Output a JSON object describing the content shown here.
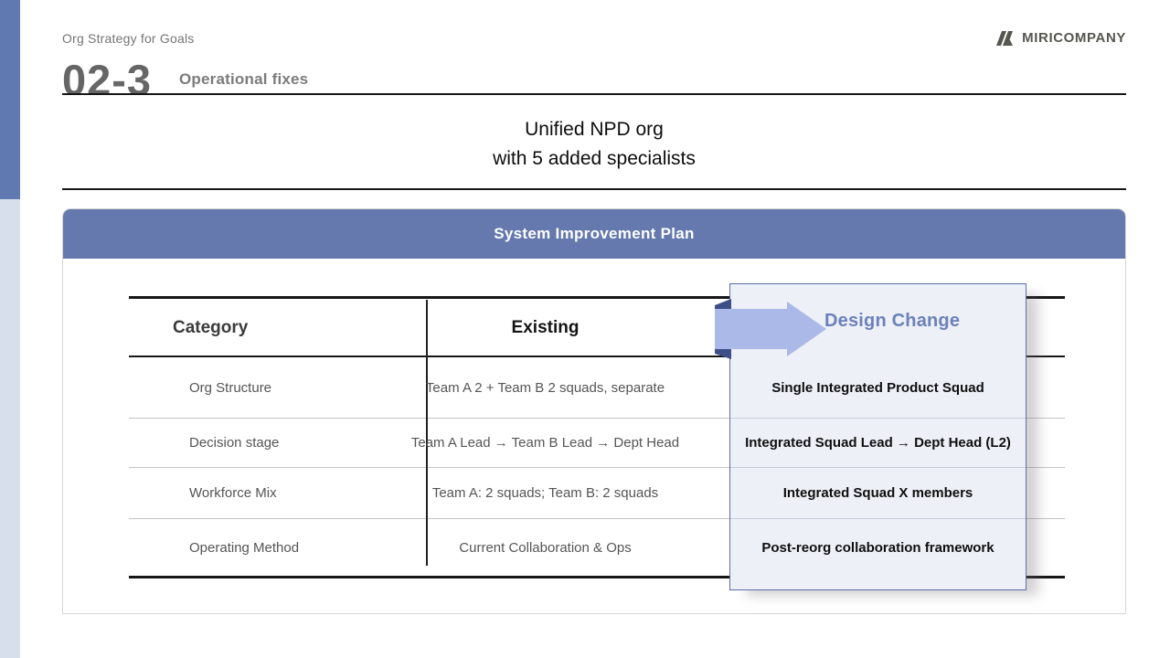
{
  "header": {
    "eyebrow": "Org Strategy for Goals",
    "section_number": "02-3",
    "section_title": "Operational fixes",
    "headline_line1": "Unified NPD org",
    "headline_line2": "with 5 added specialists",
    "logo_text": "MIRICOMPANY"
  },
  "panel": {
    "title": "System Improvement Plan"
  },
  "table": {
    "col_category": "Category",
    "col_existing": "Existing",
    "col_design_change": "Design Change",
    "rows": [
      {
        "category": "Org Structure",
        "existing": "Team A 2 + Team B 2 squads, separate",
        "design_change": "Single Integrated Product Squad"
      },
      {
        "category": "Decision stage",
        "existing": "Team A Lead → Team B Lead → Dept Head",
        "design_change": "Integrated Squad Lead → Dept Head (L2)"
      },
      {
        "category": "Workforce Mix",
        "existing": "Team A: 2 squads; Team B: 2 squads",
        "design_change": "Integrated Squad X members"
      },
      {
        "category": "Operating Method",
        "existing": "Current Collaboration & Ops",
        "design_change": "Post-reorg collaboration framework"
      }
    ]
  },
  "colors": {
    "accent_blue": "#6579ae",
    "strip_blue": "#6079b1",
    "strip_light": "#d8dfec",
    "box_fill": "#eef0f8",
    "box_border": "#5a6da8",
    "arrow_fill": "#aab9e7",
    "arrow_fold": "#3e4e87",
    "design_title_text": "#6b81b9"
  }
}
